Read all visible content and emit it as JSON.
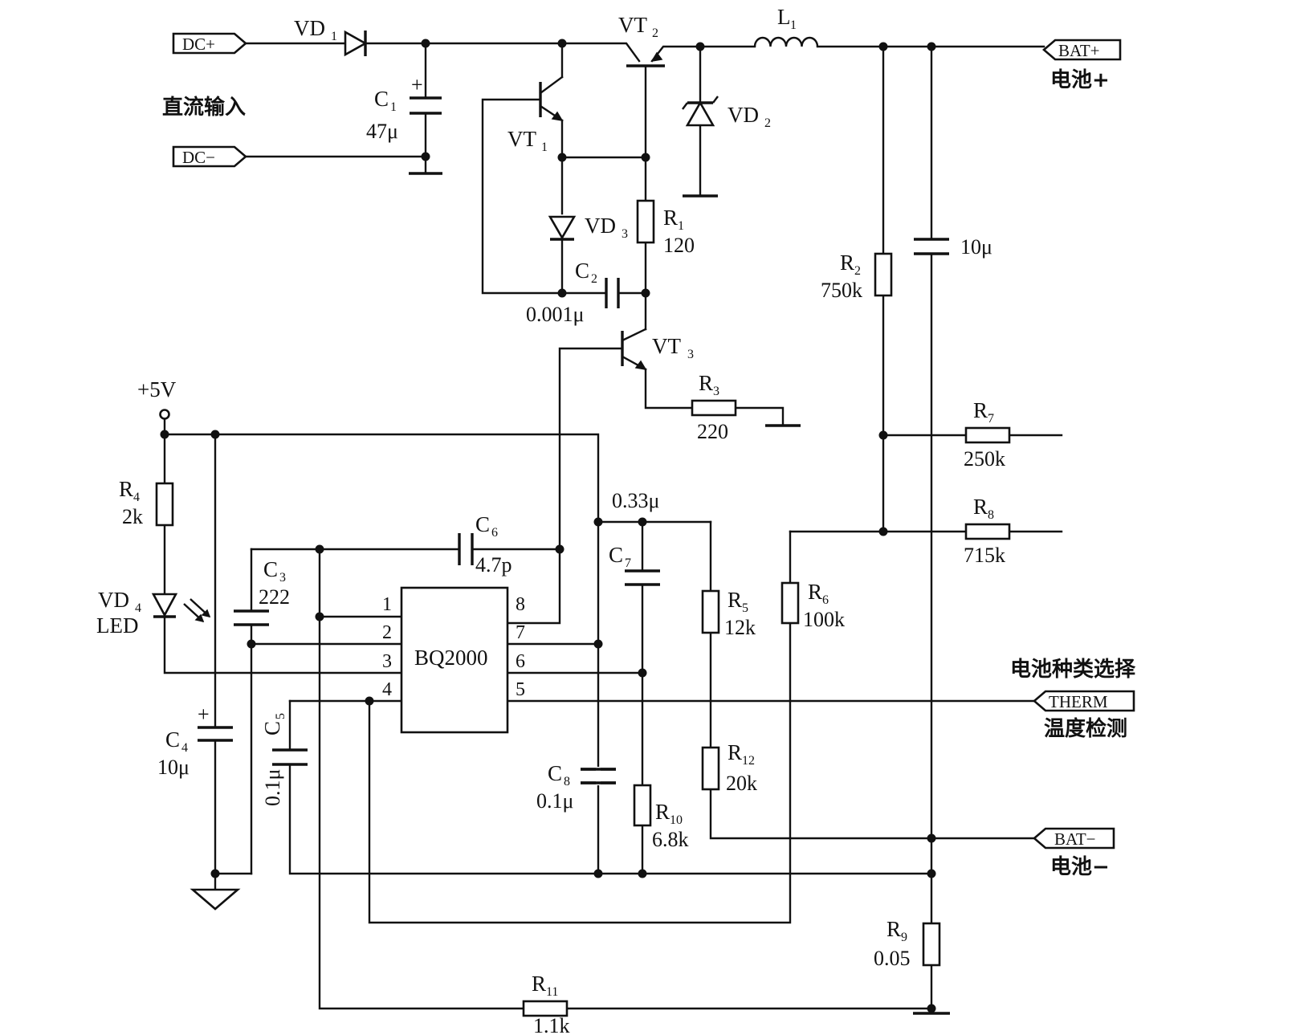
{
  "ports": {
    "dc_plus": "DC+",
    "dc_minus": "DC−",
    "bat_plus": "BAT+",
    "bat_minus": "BAT−",
    "therm": "THERM"
  },
  "notes": {
    "dc_input": "直流输入",
    "battery_plus": "电池+",
    "battery_minus": "电池−",
    "battery_type_select": "电池种类选择",
    "temperature_detect": "温度检测",
    "supply": "+5V"
  },
  "ic": {
    "name": "BQ2000",
    "pins": [
      "1",
      "2",
      "3",
      "4",
      "5",
      "6",
      "7",
      "8"
    ]
  },
  "components": {
    "VD1": {
      "name": "VD",
      "sub": "1",
      "value": ""
    },
    "VD2": {
      "name": "VD",
      "sub": "2",
      "value": ""
    },
    "VD3": {
      "name": "VD",
      "sub": "3",
      "value": ""
    },
    "VD4": {
      "name": "VD",
      "sub": "4",
      "value": "LED"
    },
    "VT1": {
      "name": "VT",
      "sub": "1"
    },
    "VT2": {
      "name": "VT",
      "sub": "2"
    },
    "VT3": {
      "name": "VT",
      "sub": "3"
    },
    "L1": {
      "name": "L",
      "sub": "1"
    },
    "C1": {
      "name": "C",
      "sub": "1",
      "value": "47μ"
    },
    "C2": {
      "name": "C",
      "sub": "2",
      "value": "0.001μ"
    },
    "C3": {
      "name": "C",
      "sub": "3",
      "value": "222"
    },
    "C4": {
      "name": "C",
      "sub": "4",
      "value": "10μ"
    },
    "C5": {
      "name": "C",
      "sub": "5",
      "value": "0.1μ"
    },
    "C6": {
      "name": "C",
      "sub": "6",
      "value": "4.7p"
    },
    "C7": {
      "name": "C",
      "sub": "7",
      "value": "0.33μ"
    },
    "C8": {
      "name": "C",
      "sub": "8",
      "value": "0.1μ"
    },
    "C_out": {
      "value": "10μ"
    },
    "R1": {
      "name": "R",
      "sub": "1",
      "value": "120"
    },
    "R2": {
      "name": "R",
      "sub": "2",
      "value": "750k"
    },
    "R3": {
      "name": "R",
      "sub": "3",
      "value": "220"
    },
    "R4": {
      "name": "R",
      "sub": "4",
      "value": "2k"
    },
    "R5": {
      "name": "R",
      "sub": "5",
      "value": "12k"
    },
    "R6": {
      "name": "R",
      "sub": "6",
      "value": "100k"
    },
    "R7": {
      "name": "R",
      "sub": "7",
      "value": "250k"
    },
    "R8": {
      "name": "R",
      "sub": "8",
      "value": "715k"
    },
    "R9": {
      "name": "R",
      "sub": "9",
      "value": "0.05"
    },
    "R10": {
      "name": "R",
      "sub": "10",
      "value": "6.8k"
    },
    "R11": {
      "name": "R",
      "sub": "11",
      "value": "1.1k"
    },
    "R12": {
      "name": "R",
      "sub": "12",
      "value": "20k"
    }
  }
}
